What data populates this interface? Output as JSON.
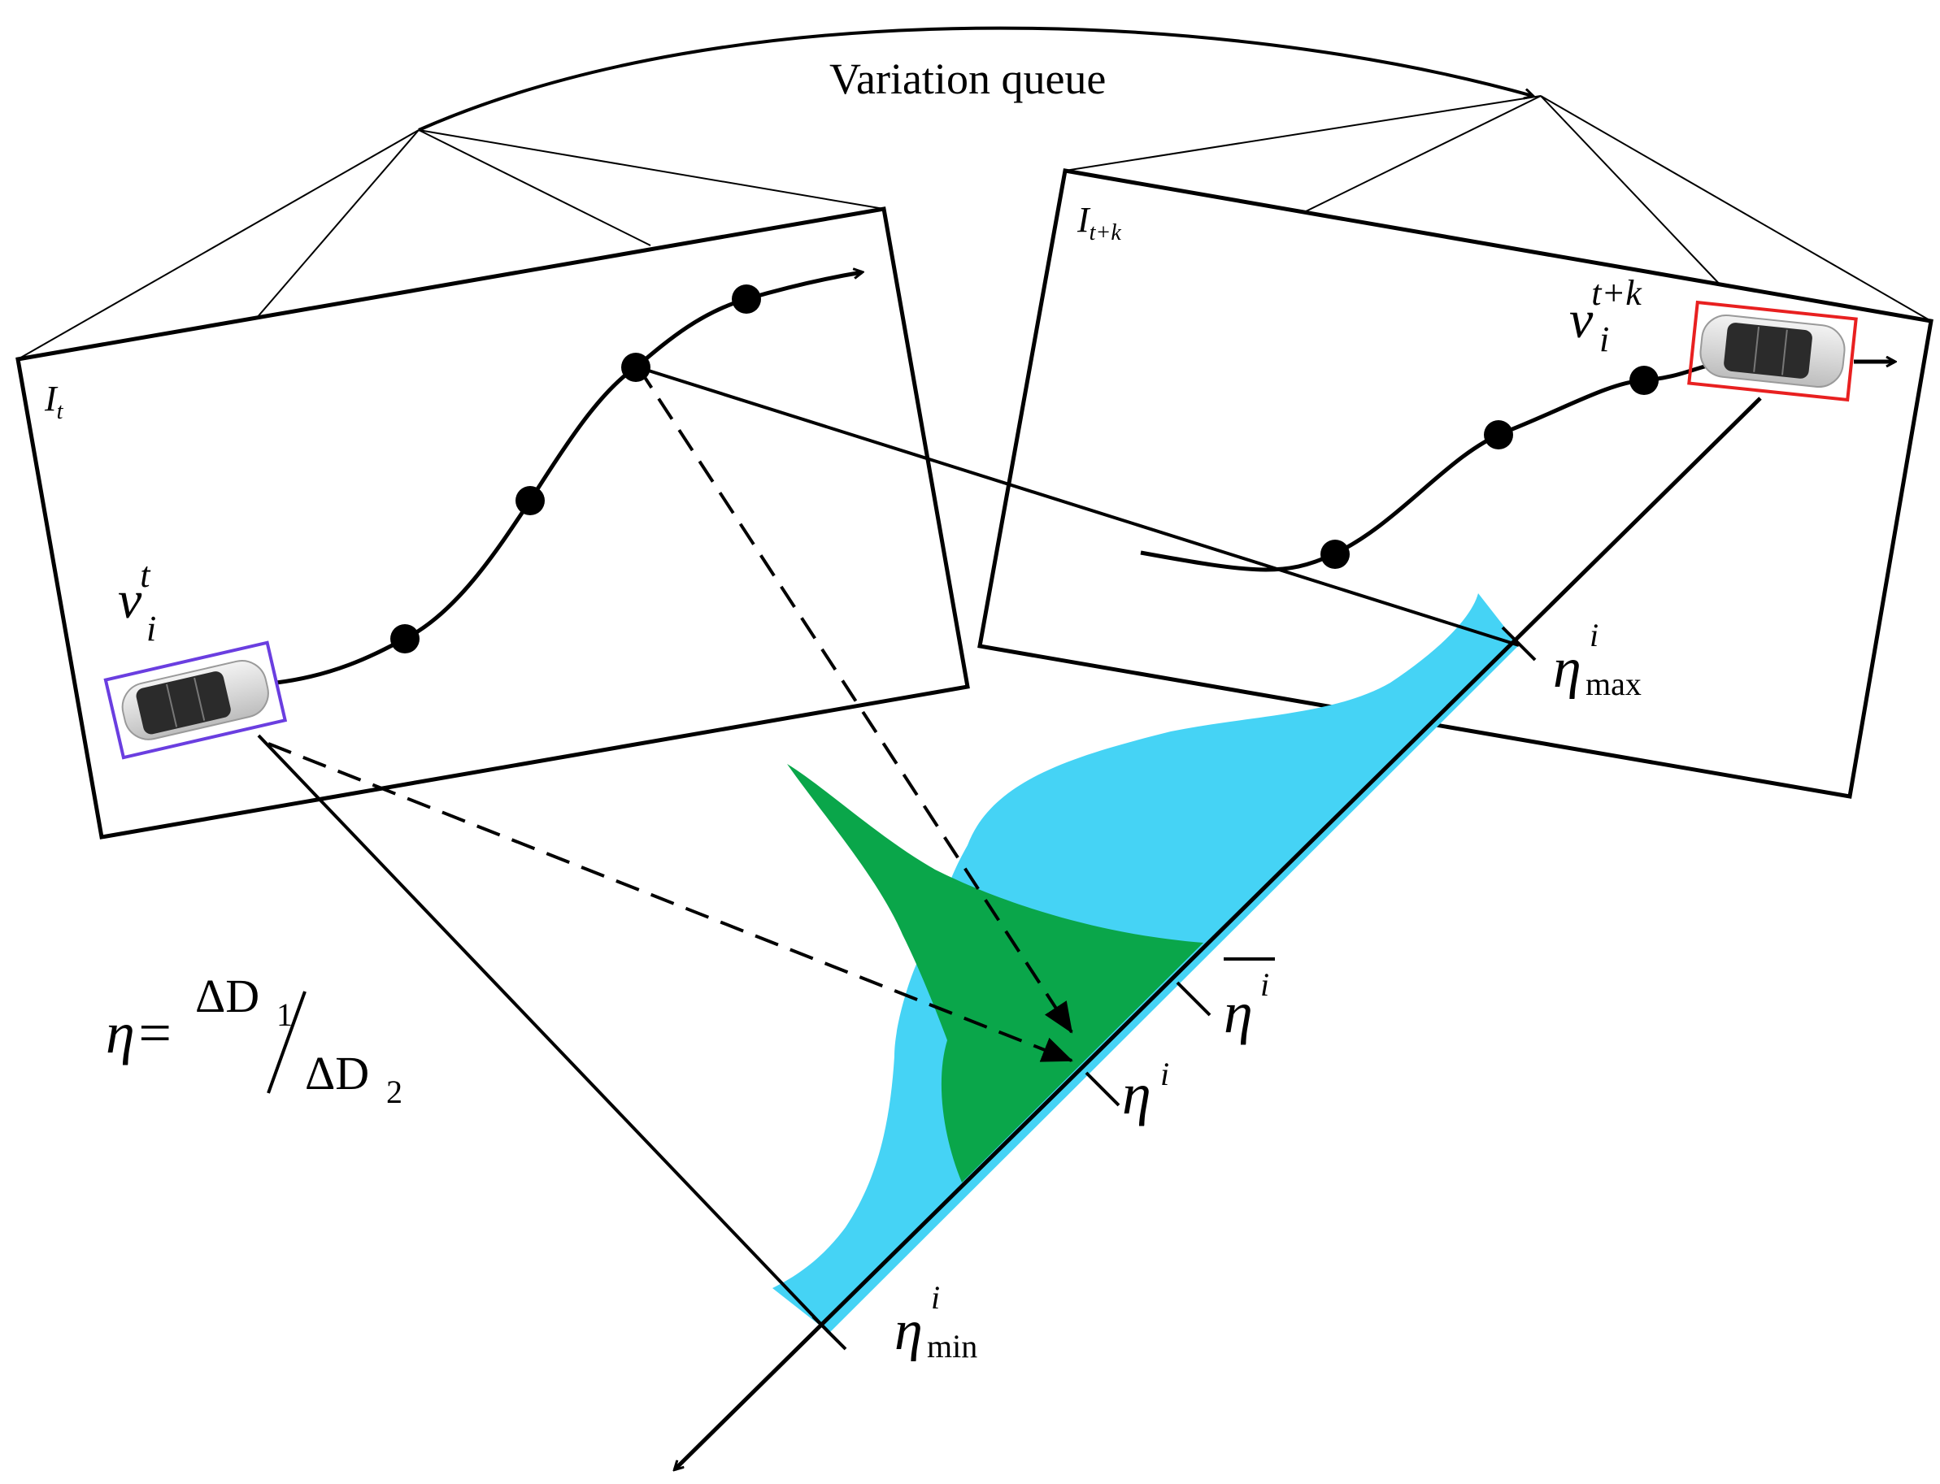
{
  "title": "Variation queue",
  "frames": {
    "left": {
      "label_main": "I",
      "label_sub": "t"
    },
    "right": {
      "label_main": "I",
      "label_sub": "t+k"
    }
  },
  "vehicle_labels": {
    "start": {
      "main": "v",
      "sup": "t",
      "sub": "i"
    },
    "end": {
      "main": "v",
      "sup": "t+k",
      "sub": "i"
    }
  },
  "eta_labels": {
    "max": {
      "main": "η",
      "sup": "i",
      "sub": "max"
    },
    "min": {
      "main": "η",
      "sup": "i",
      "sub": "min"
    },
    "current": {
      "main": "η",
      "sup": "i"
    },
    "mean": {
      "main": "η",
      "sup": "i"
    }
  },
  "formula": {
    "lhs": "η=",
    "numerator": "ΔD",
    "numerator_sub": "1",
    "denominator": "ΔD",
    "denominator_sub": "2"
  },
  "colors": {
    "distribution_wide": "#45d3f5",
    "distribution_narrow": "#0aa64a",
    "box_start": "#6a3ee0",
    "box_end": "#e82020",
    "ink": "#000000"
  }
}
